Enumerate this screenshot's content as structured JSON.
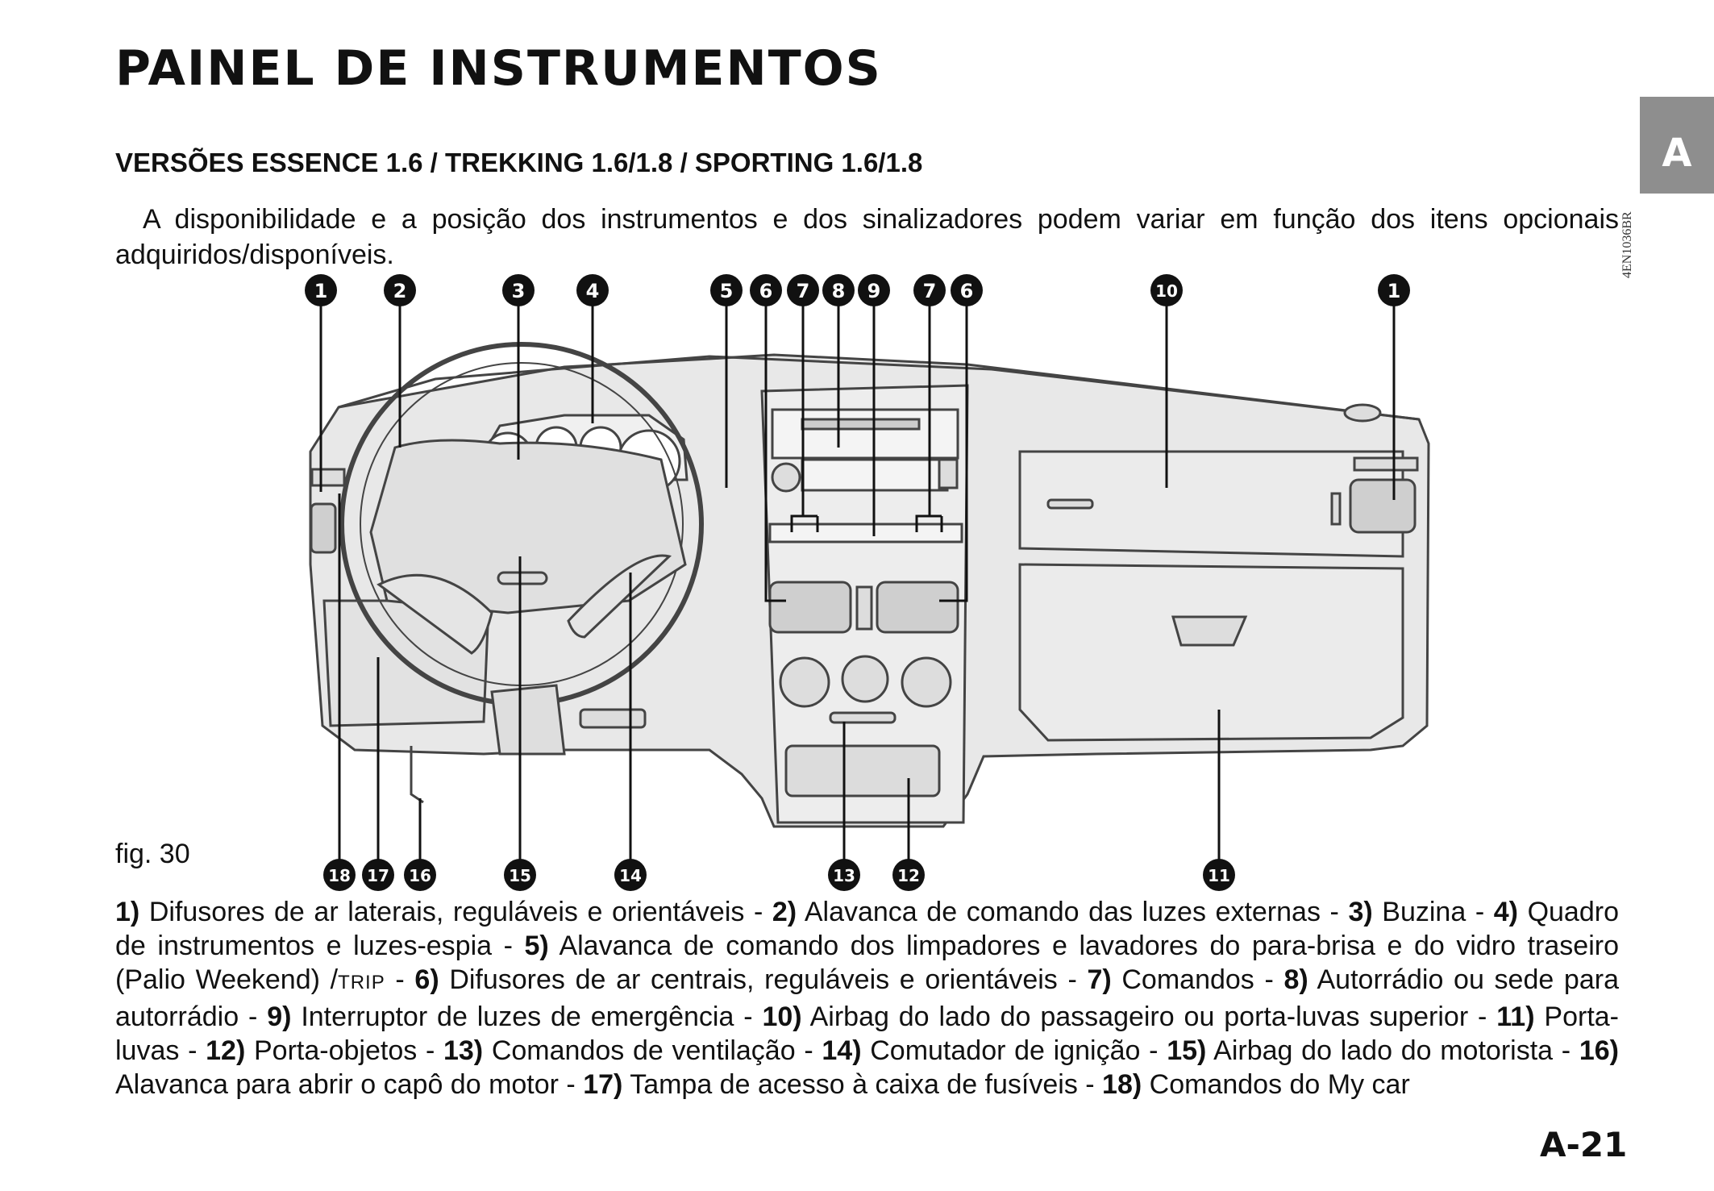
{
  "page": {
    "title": "PAINEL DE INSTRUMENTOS",
    "section_tab": "A",
    "subtitle": "VERSÕES ESSENCE 1.6 / TREKKING 1.6/1.8 / SPORTING 1.6/1.8",
    "intro": "A disponibilidade e a posição dos instrumentos e dos sinalizadores podem variar em função dos itens opcionais adquiridos/disponíveis.",
    "image_code": "4EN1036BR",
    "figure_label": "fig. 30",
    "page_number": "A-21"
  },
  "callouts": {
    "top": [
      "1",
      "2",
      "3",
      "4",
      "5",
      "6",
      "7",
      "8",
      "9",
      "7",
      "6",
      "10",
      "1"
    ],
    "bottom": [
      "18",
      "17",
      "16",
      "15",
      "14",
      "13",
      "12",
      "11"
    ]
  },
  "legend": [
    {
      "num": "1)",
      "text": "Difusores de ar laterais, reguláveis e orientáveis - "
    },
    {
      "num": "2)",
      "text": "Alavanca de comando das luzes externas - "
    },
    {
      "num": "3)",
      "text": "Buzina - "
    },
    {
      "num": "4)",
      "text": "Quadro de instrumentos e luzes-espia - "
    },
    {
      "num": "5)",
      "text": "Alavanca de comando dos limpadores e lavadores do para-brisa e do vidro traseiro (Palio Weekend) /",
      "trip": "TRIP",
      "after": " - "
    },
    {
      "num": "6)",
      "text": "Difusores de ar centrais, reguláveis e orientáveis - "
    },
    {
      "num": "7)",
      "text": "Comandos - "
    },
    {
      "num": "8)",
      "text": "Autorrádio ou sede para autorrádio - "
    },
    {
      "num": "9)",
      "text": "Interruptor de luzes de emergência - "
    },
    {
      "num": "10)",
      "text": "Airbag do lado do passageiro ou porta-luvas superior - "
    },
    {
      "num": "11)",
      "text": "Porta-luvas - "
    },
    {
      "num": "12)",
      "text": "Porta-objetos - "
    },
    {
      "num": "13)",
      "text": "Comandos de ventilação - "
    },
    {
      "num": "14)",
      "text": "Comutador de ignição - "
    },
    {
      "num": "15)",
      "text": "Airbag do lado do motorista - "
    },
    {
      "num": "16)",
      "text": "Alavanca para abrir o capô do motor - "
    },
    {
      "num": "17)",
      "text": "Tampa de acesso à caixa de fusíveis - "
    },
    {
      "num": "18)",
      "text": "Comandos do My car"
    }
  ]
}
